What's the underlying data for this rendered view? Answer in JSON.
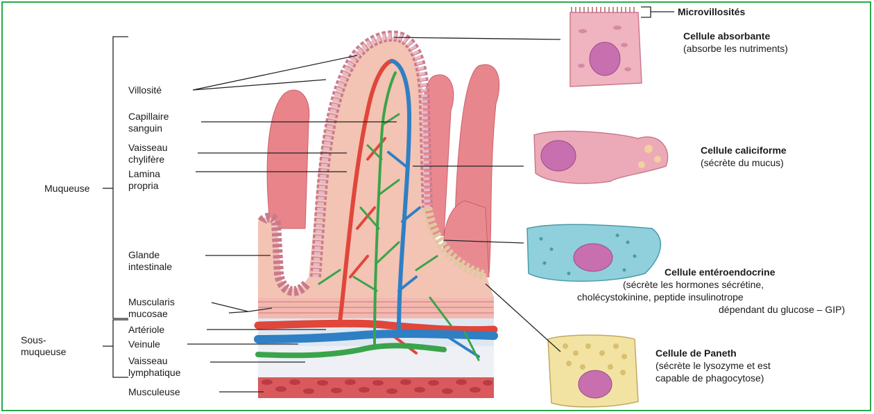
{
  "labels": {
    "villosite": "Villosité",
    "capillaire_1": "Capillaire",
    "capillaire_2": "sanguin",
    "vaisseau_chyl_1": "Vaisseau",
    "vaisseau_chyl_2": "chylifère",
    "lamina_1": "Lamina",
    "lamina_2": "propria",
    "glande_1": "Glande",
    "glande_2": "intestinale",
    "muscularis_1": "Muscularis",
    "muscularis_2": "mucosae",
    "arteriole": "Artériole",
    "veinule": "Veinule",
    "lymph_1": "Vaisseau",
    "lymph_2": "lymphatique",
    "musculeuse": "Musculeuse",
    "muqueuse": "Muqueuse",
    "sous_1": "Sous-",
    "sous_2": "muqueuse",
    "microvillosites": "Microvillosités"
  },
  "cells": {
    "absorbante": {
      "title": "Cellule absorbante",
      "desc": "(absorbe les nutriments)"
    },
    "caliciforme": {
      "title": "Cellule caliciforme",
      "desc": "(sécrète du mucus)"
    },
    "enteroendocrine": {
      "title": "Cellule entéroendocrine",
      "desc_1": "(sécrète les hormones sécrétine,",
      "desc_2": "cholécystokinine, peptide insulinotrope",
      "desc_3": "dépendant du glucose – GIP)"
    },
    "paneth": {
      "title": "Cellule de Paneth",
      "desc_1": "(sécrète le lysozyme et est",
      "desc_2": "capable de phagocytose)"
    }
  },
  "colors": {
    "frame": "#2aa84a",
    "artery": "#e0463a",
    "vein": "#2f7fc4",
    "lymph": "#3aa44a",
    "tissue": "#f3c3b4",
    "villus_bg": "#e8848a",
    "nucleus": "#c86fb0"
  }
}
